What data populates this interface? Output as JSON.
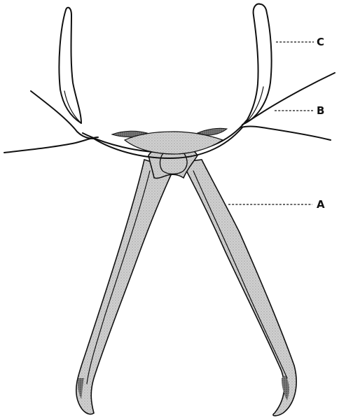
{
  "callouts": {
    "a": "A",
    "b": "B",
    "c": "C"
  },
  "colors": {
    "line": "#111111",
    "shading": "#c9c9c9",
    "dark_shading": "#6a6a6a",
    "background": "#ffffff"
  }
}
